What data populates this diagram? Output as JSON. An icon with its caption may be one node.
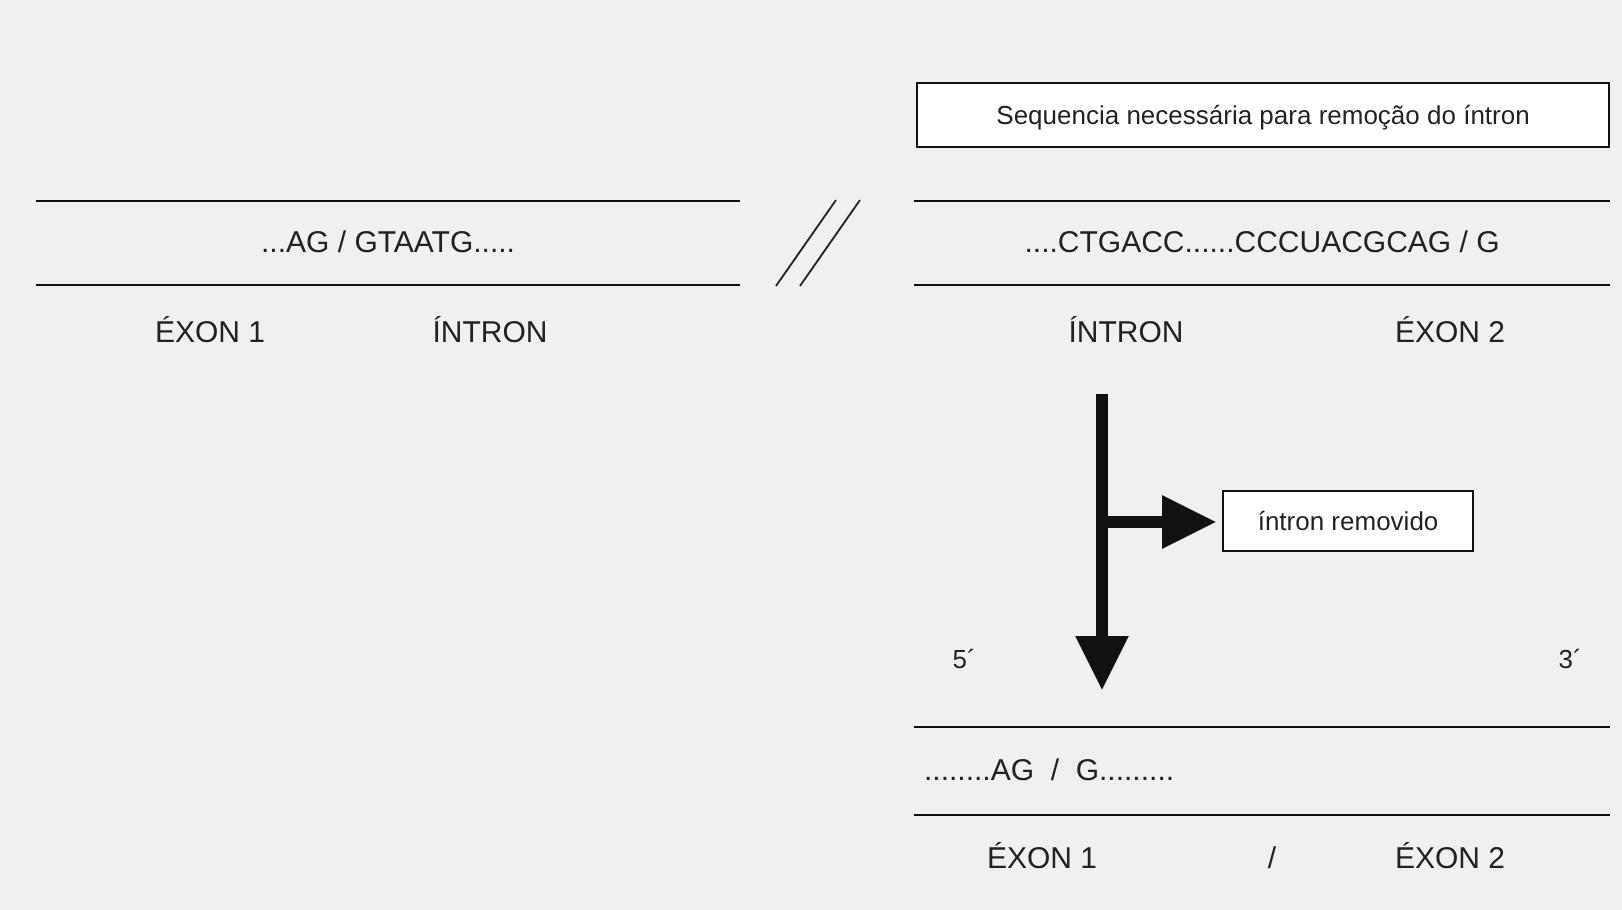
{
  "diagram": {
    "nodes": [
      {
        "text": [
          "Sequencia necessária para remoção do íntron"
        ]
      },
      {
        "text": [
          "...AG / GTAATG....."
        ]
      },
      {
        "text": [
          "....CTGACC......CCCUACGCAG / G"
        ]
      },
      {
        "text": [
          "íntron removido"
        ]
      },
      {
        "text": [
          "........AG  /  G........."
        ]
      }
    ],
    "edges": [
      {
        "from": null,
        "to": 4,
        "arrow": "to"
      },
      {
        "from": null,
        "to": 3,
        "arrow": "to"
      }
    ],
    "labels": [
      "ÉXON 1",
      "ÍNTRON",
      "ÍNTRON",
      "ÉXON 2",
      "5´",
      "3´",
      "ÉXON 1",
      "/",
      "ÉXON 2"
    ]
  }
}
